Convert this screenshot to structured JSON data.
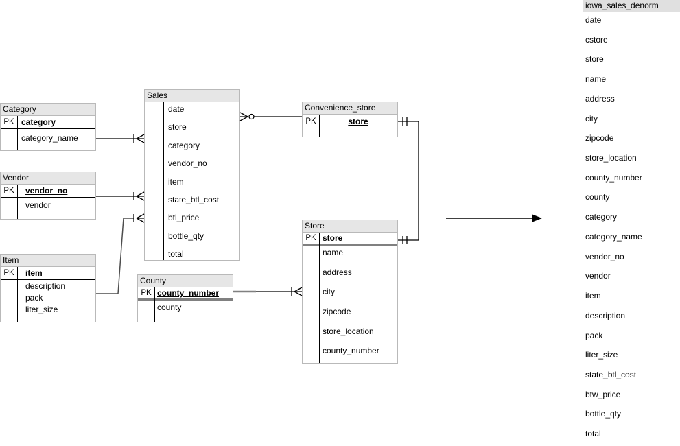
{
  "diagram": {
    "tables": [
      {
        "id": "category",
        "title": "Category",
        "pk_label": "PK",
        "pk_field": "category",
        "fields": [
          "category_name"
        ]
      },
      {
        "id": "vendor",
        "title": "Vendor",
        "pk_label": "PK",
        "pk_field": "vendor_no",
        "fields": [
          "vendor"
        ]
      },
      {
        "id": "item",
        "title": "Item",
        "pk_label": "PK",
        "pk_field": "item",
        "fields": [
          "description",
          "pack",
          "liter_size"
        ]
      },
      {
        "id": "sales",
        "title": "Sales",
        "pk_label": "",
        "pk_field": "",
        "fields": [
          "date",
          "store",
          "category",
          "vendor_no",
          "item",
          "state_btl_cost",
          "btl_price",
          "bottle_qty",
          "total"
        ]
      },
      {
        "id": "convenience_store",
        "title": "Convenience_store",
        "pk_label": "PK",
        "pk_field": "store",
        "fields": []
      },
      {
        "id": "store",
        "title": "Store",
        "pk_label": "PK",
        "pk_field": "store",
        "fields": [
          "name",
          "address",
          "city",
          "zipcode",
          "store_location",
          "county_number"
        ]
      },
      {
        "id": "county",
        "title": "County",
        "pk_label": "PK",
        "pk_field": "county_number",
        "fields": [
          "county"
        ]
      }
    ],
    "relationships": [
      {
        "from": "Category",
        "to": "Sales",
        "cardinality": "one-to-many"
      },
      {
        "from": "Vendor",
        "to": "Sales",
        "cardinality": "one-to-many"
      },
      {
        "from": "Item",
        "to": "Sales",
        "cardinality": "one-to-many"
      },
      {
        "from": "Sales",
        "to": "Convenience_store",
        "cardinality": "zero-or-many"
      },
      {
        "from": "Convenience_store",
        "to": "Store",
        "cardinality": "one-to-one"
      },
      {
        "from": "County",
        "to": "Store",
        "cardinality": "one-to-many"
      },
      {
        "from": "schema",
        "to": "iowa_sales_denorm",
        "cardinality": "transform-arrow"
      }
    ],
    "denorm_panel": {
      "title": "iowa_sales_denorm",
      "fields": [
        "date",
        "cstore",
        "store",
        "name",
        "address",
        "city",
        "zipcode",
        "store_location",
        "county_number",
        "county",
        "category",
        "category_name",
        "vendor_no",
        "vendor",
        "item",
        "description",
        "pack",
        "liter_size",
        "state_btl_cost",
        "btw_price",
        "bottle_qty",
        "total"
      ]
    },
    "colors": {
      "header_bg": "#e6e6e6",
      "panel_header_bg": "#e0e0e0",
      "table_border": "#b9b9b9",
      "line": "#000000",
      "gray_line": "#4d4d4d",
      "thick_separator": "#808080"
    }
  }
}
